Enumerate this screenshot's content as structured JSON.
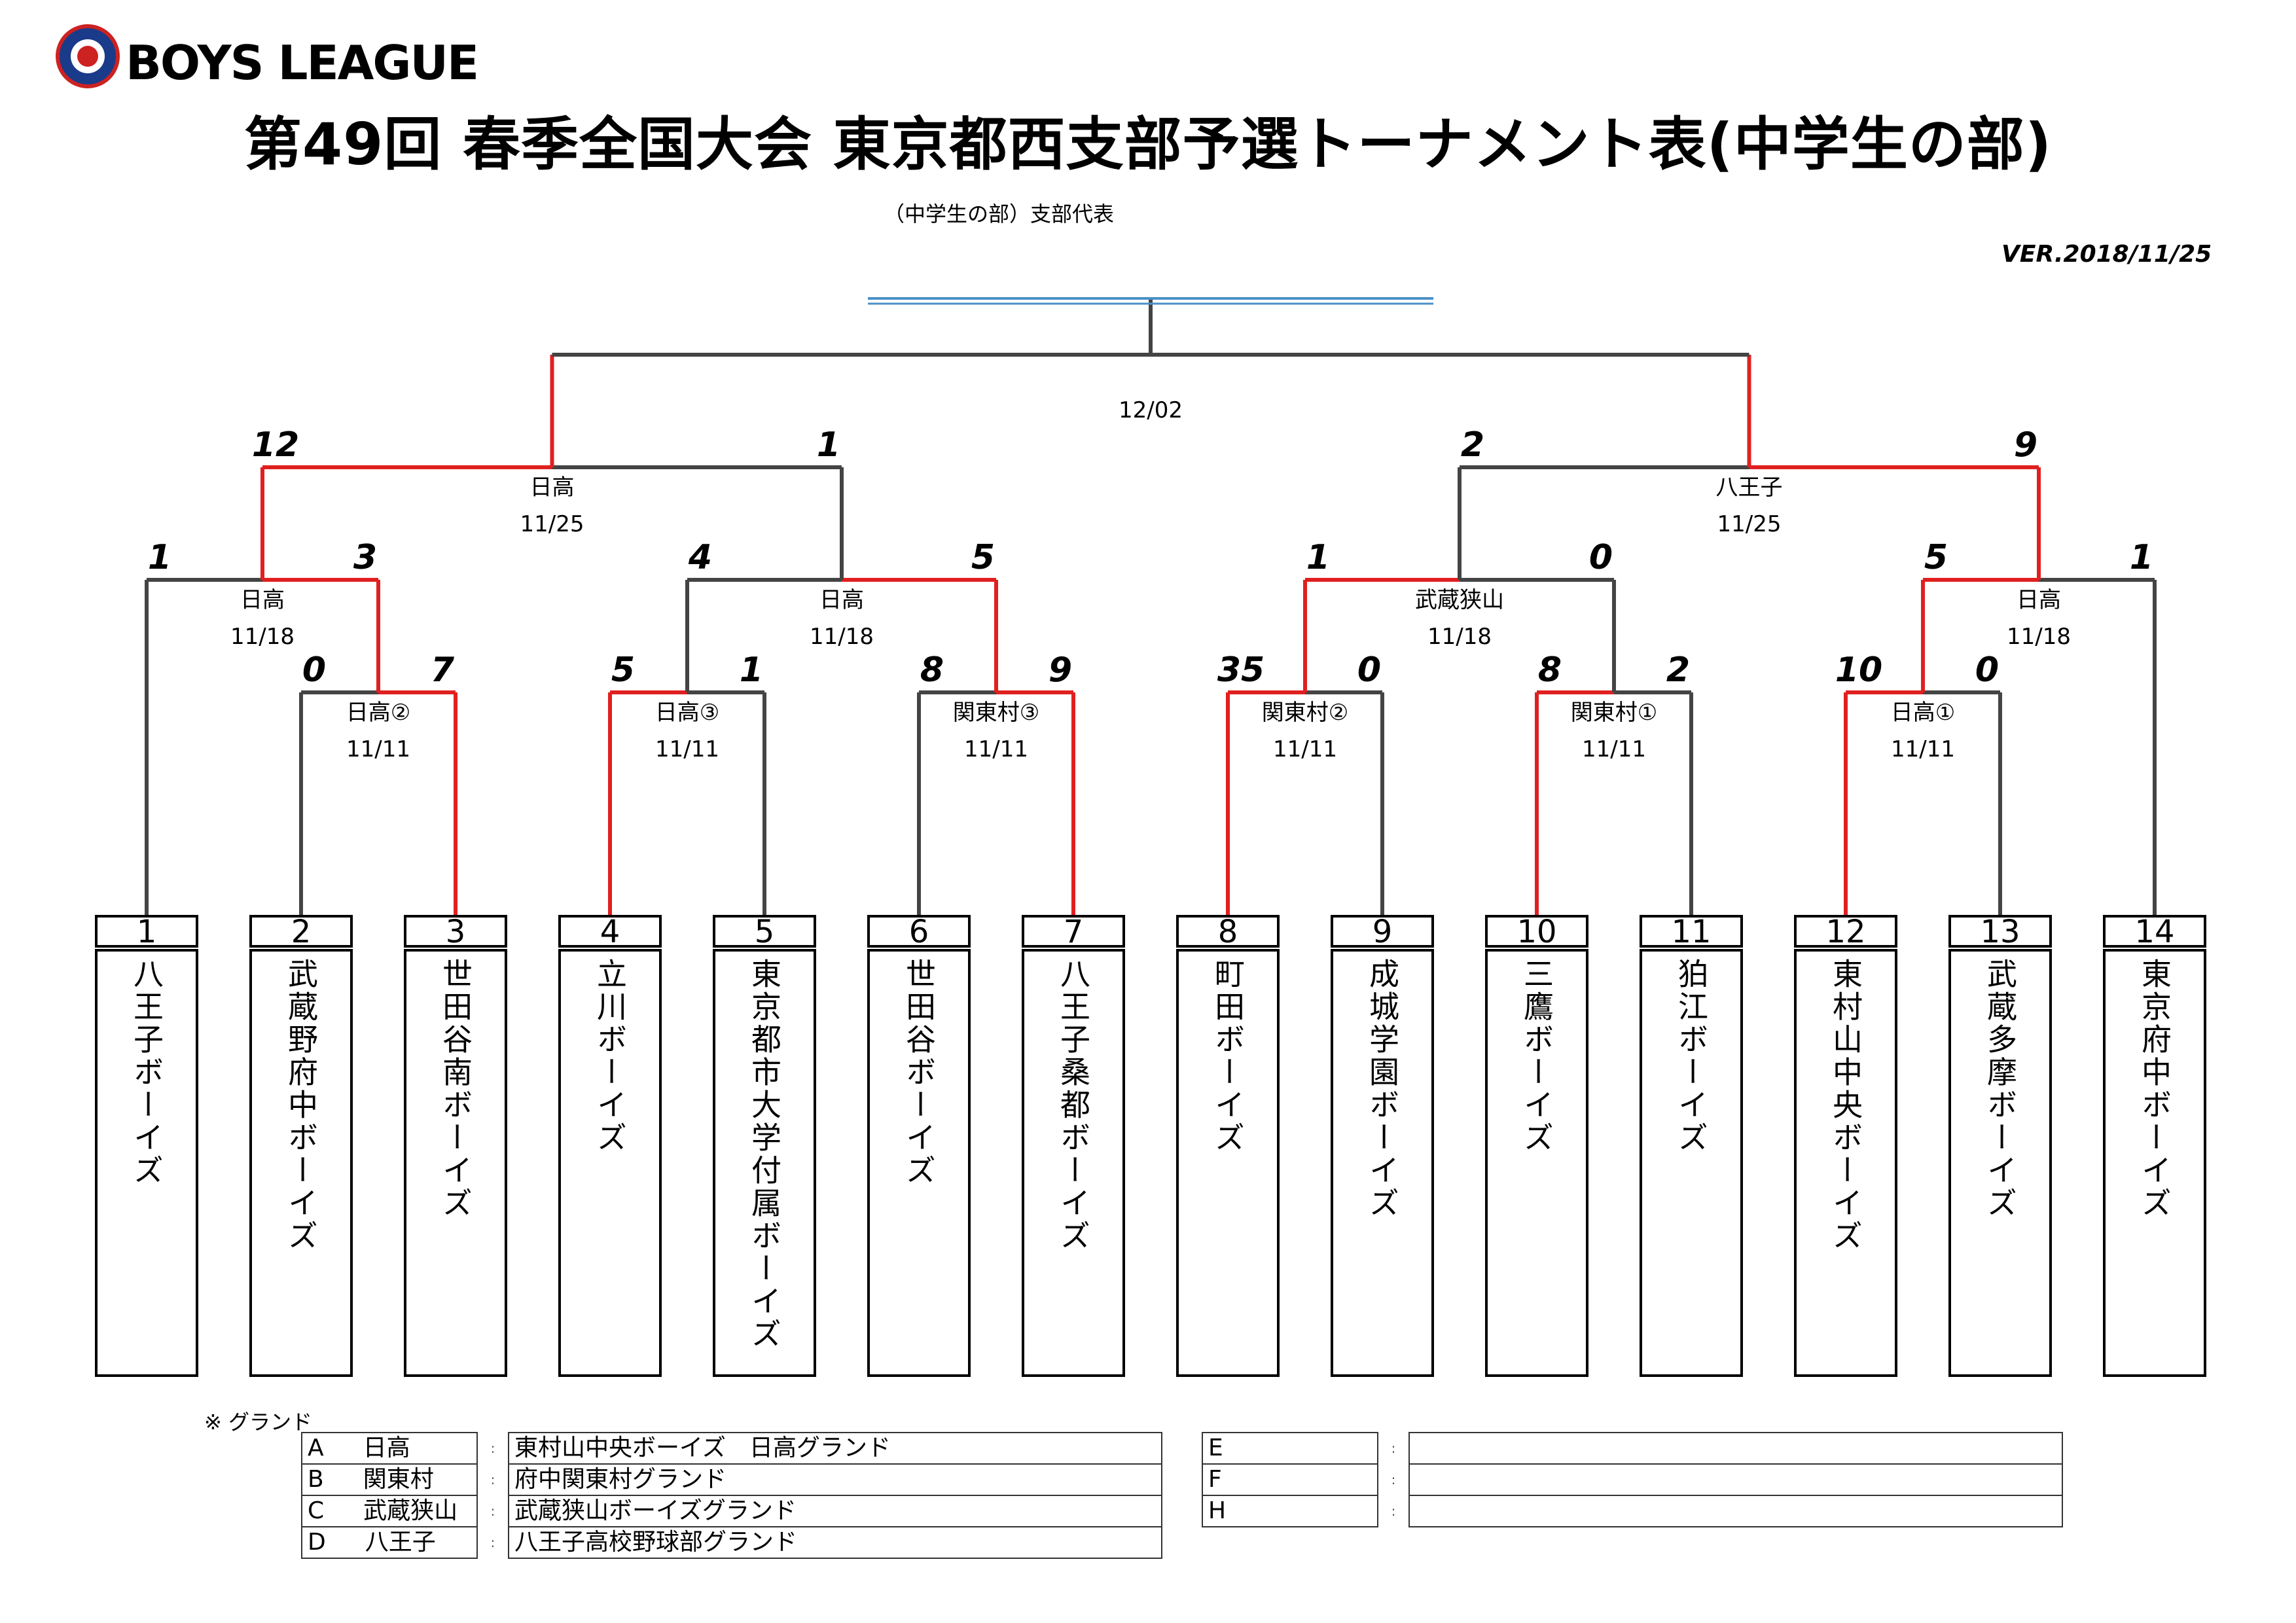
{
  "header": {
    "logo_text": "BOYS LEAGUE",
    "title": "第49回 春季全国大会 東京都西支部予選トーナメント表(中学生の部)",
    "subtitle": "（中学生の部）支部代表",
    "version": "VER.2018/11/25"
  },
  "colors": {
    "winner_line": "#e02020",
    "line": "#444444",
    "champion_line": "#4a90c8"
  },
  "teams": [
    {
      "seed": "1",
      "name": "八王子ボーイズ"
    },
    {
      "seed": "2",
      "name": "武蔵野府中ボーイズ"
    },
    {
      "seed": "3",
      "name": "世田谷南ボーイズ"
    },
    {
      "seed": "4",
      "name": "立川ボーイズ"
    },
    {
      "seed": "5",
      "name": "東京都市大学付属ボーイズ"
    },
    {
      "seed": "6",
      "name": "世田谷ボーイズ"
    },
    {
      "seed": "7",
      "name": "八王子桑都ボーイズ"
    },
    {
      "seed": "8",
      "name": "町田ボーイズ"
    },
    {
      "seed": "9",
      "name": "成城学園ボーイズ"
    },
    {
      "seed": "10",
      "name": "三鷹ボーイズ"
    },
    {
      "seed": "11",
      "name": "狛江ボーイズ"
    },
    {
      "seed": "12",
      "name": "東村山中央ボーイズ"
    },
    {
      "seed": "13",
      "name": "武蔵多摩ボーイズ"
    },
    {
      "seed": "14",
      "name": "東京府中ボーイズ"
    }
  ],
  "matches": {
    "r1": [
      {
        "venue": "日高②",
        "date": "11/11",
        "score_left": "0",
        "score_right": "7"
      },
      {
        "venue": "日高③",
        "date": "11/11",
        "score_left": "5",
        "score_right": "1"
      },
      {
        "venue": "関東村③",
        "date": "11/11",
        "score_left": "8",
        "score_right": "9"
      },
      {
        "venue": "関東村②",
        "date": "11/11",
        "score_left": "35",
        "score_right": "0"
      },
      {
        "venue": "関東村①",
        "date": "11/11",
        "score_left": "8",
        "score_right": "2"
      },
      {
        "venue": "日高①",
        "date": "11/11",
        "score_left": "10",
        "score_right": "0"
      }
    ],
    "r2": [
      {
        "venue": "日高",
        "date": "11/18",
        "score_left": "1",
        "score_right": "3"
      },
      {
        "venue": "日高",
        "date": "11/18",
        "score_left": "4",
        "score_right": "5"
      },
      {
        "venue": "武蔵狭山",
        "date": "11/18",
        "score_left": "1",
        "score_right": "0"
      },
      {
        "venue": "日高",
        "date": "11/18",
        "score_left": "5",
        "score_right": "1"
      }
    ],
    "sf": [
      {
        "venue": "日高",
        "date": "11/25",
        "score_left": "12",
        "score_right": "1"
      },
      {
        "venue": "八王子",
        "date": "11/25",
        "score_left": "2",
        "score_right": "9"
      }
    ],
    "final": {
      "date": "12/02"
    }
  },
  "grounds": {
    "note": "※ グランド",
    "left": [
      {
        "code": "A",
        "name": "日高",
        "place": "東村山中央ボーイズ　日高グランド"
      },
      {
        "code": "B",
        "name": "関東村",
        "place": "府中関東村グランド"
      },
      {
        "code": "C",
        "name": "武蔵狭山",
        "place": "武蔵狭山ボーイズグランド"
      },
      {
        "code": "D",
        "name": "八王子",
        "place": "八王子高校野球部グランド"
      }
    ],
    "right": [
      {
        "code": "E",
        "place": ""
      },
      {
        "code": "F",
        "place": ""
      },
      {
        "code": "H",
        "place": ""
      }
    ]
  }
}
